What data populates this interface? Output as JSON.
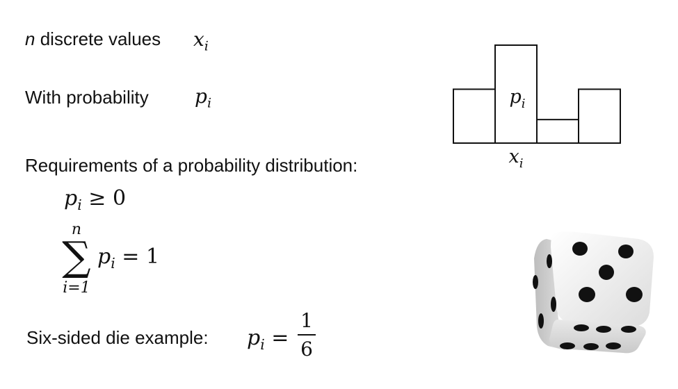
{
  "lines": {
    "n_letter": "n",
    "discrete_values": "discrete values",
    "x_var": "x",
    "x_sub": "i",
    "with_probability": "With probability",
    "p_var": "p",
    "p_sub": "i",
    "requirements": "Requirements of a probability distribution:",
    "nonneg_rhs": "≥ 0",
    "sum_upper": "n",
    "sum_symbol": "∑",
    "sum_lower": "i=1",
    "sum_rhs": "= 1",
    "die_example": "Six-sided die example:",
    "equals": "=",
    "frac_num": "1",
    "frac_den": "6"
  },
  "histogram": {
    "bar_heights": [
      0.55,
      1.0,
      0.24,
      0.55
    ],
    "bar_label_var": "p",
    "bar_label_sub": "i",
    "axis_label_var": "x",
    "axis_label_sub": "i"
  },
  "colors": {
    "text": "#111111",
    "die_face": "#eeeeee",
    "die_pips": "#111111"
  }
}
